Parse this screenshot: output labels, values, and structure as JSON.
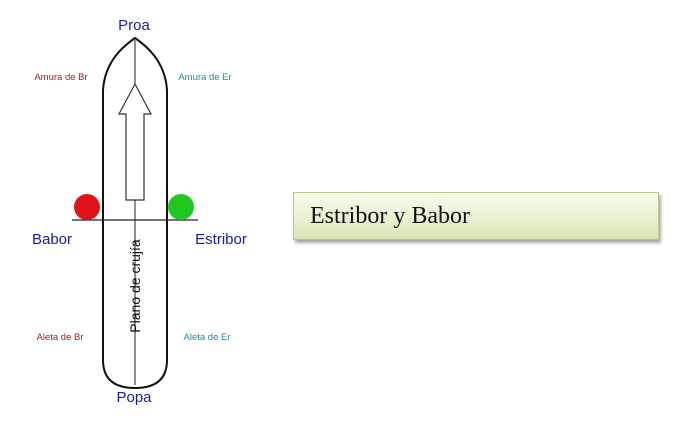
{
  "diagram": {
    "proa": "Proa",
    "popa": "Popa",
    "babor": "Babor",
    "estribor": "Estribor",
    "amura_br": "Amura de Br",
    "amura_er": "Amura de Er",
    "aleta_br": "Aleta de Br",
    "aleta_er": "Aleta de Er",
    "plano": "Plano de crujía"
  },
  "title": "Estribor y Babor",
  "colors": {
    "label_blue": "#1a1aa8",
    "label_red": "#9b1c1c",
    "label_teal": "#1b8fa0",
    "port_light": "#e0141a",
    "starboard_light": "#1ec81e"
  }
}
